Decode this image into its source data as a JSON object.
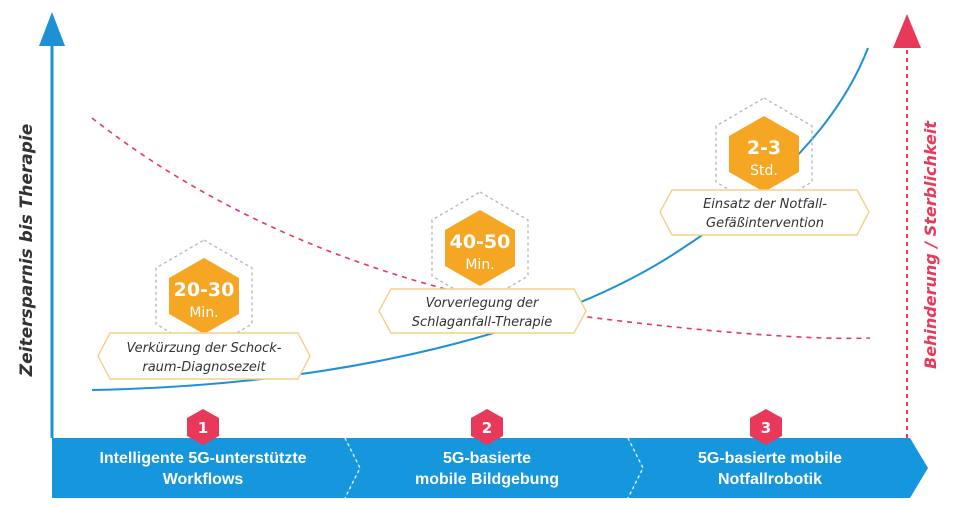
{
  "axes": {
    "left_label": "Zeitersparnis bis Therapie",
    "right_label": "Behinderung / Sterblichkeit"
  },
  "colors": {
    "blue": "#1e90d6",
    "red": "#e8395a",
    "orange": "#f5a623",
    "box_border": "#f5cf8a",
    "hex_outline": "#b5b5b5"
  },
  "stages": [
    {
      "number": "1",
      "banner_line1": "Intelligente 5G-unterstützte",
      "banner_line2": "Workflows",
      "time_value": "20-30",
      "time_unit": "Min.",
      "box_line1": "Verkürzung der Schock-",
      "box_line2": "raum-Diagnosezeit"
    },
    {
      "number": "2",
      "banner_line1": "5G-basierte",
      "banner_line2": "mobile Bildgebung",
      "time_value": "40-50",
      "time_unit": "Min.",
      "box_line1": "Vorverlegung der",
      "box_line2": "Schlaganfall-Therapie"
    },
    {
      "number": "3",
      "banner_line1": "5G-basierte mobile",
      "banner_line2": "Notfallrobotik",
      "time_value": "2-3",
      "time_unit": "Std.",
      "box_line1": "Einsatz der Notfall-",
      "box_line2": "Gefäßintervention"
    }
  ]
}
